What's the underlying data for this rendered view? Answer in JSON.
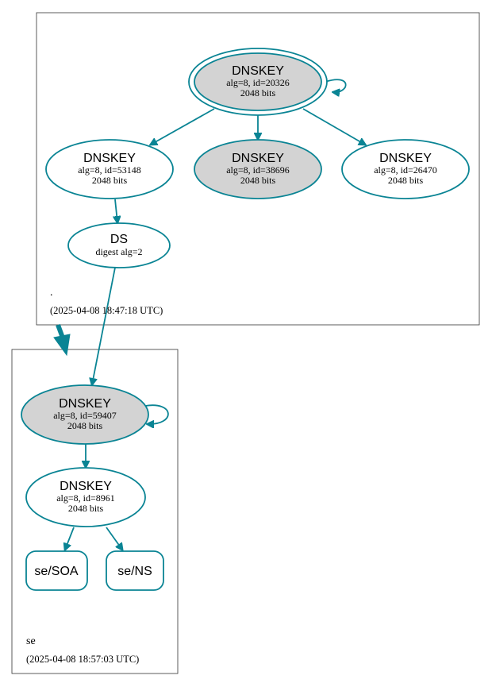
{
  "root_zone": {
    "name": ".",
    "timestamp": "(2025-04-08 18:47:18 UTC)",
    "ksk": {
      "title": "DNSKEY",
      "line1": "alg=8, id=20326",
      "line2": "2048 bits"
    },
    "zsk1": {
      "title": "DNSKEY",
      "line1": "alg=8, id=53148",
      "line2": "2048 bits"
    },
    "ksk2": {
      "title": "DNSKEY",
      "line1": "alg=8, id=38696",
      "line2": "2048 bits"
    },
    "zsk2": {
      "title": "DNSKEY",
      "line1": "alg=8, id=26470",
      "line2": "2048 bits"
    },
    "ds": {
      "title": "DS",
      "line1": "digest alg=2"
    }
  },
  "se_zone": {
    "name": "se",
    "timestamp": "(2025-04-08 18:57:03 UTC)",
    "ksk": {
      "title": "DNSKEY",
      "line1": "alg=8, id=59407",
      "line2": "2048 bits"
    },
    "zsk": {
      "title": "DNSKEY",
      "line1": "alg=8, id=8961",
      "line2": "2048 bits"
    },
    "soa": {
      "label": "se/SOA"
    },
    "ns": {
      "label": "se/NS"
    }
  },
  "colors": {
    "edge": "#0a8494",
    "filled_node": "#d3d3d3"
  }
}
